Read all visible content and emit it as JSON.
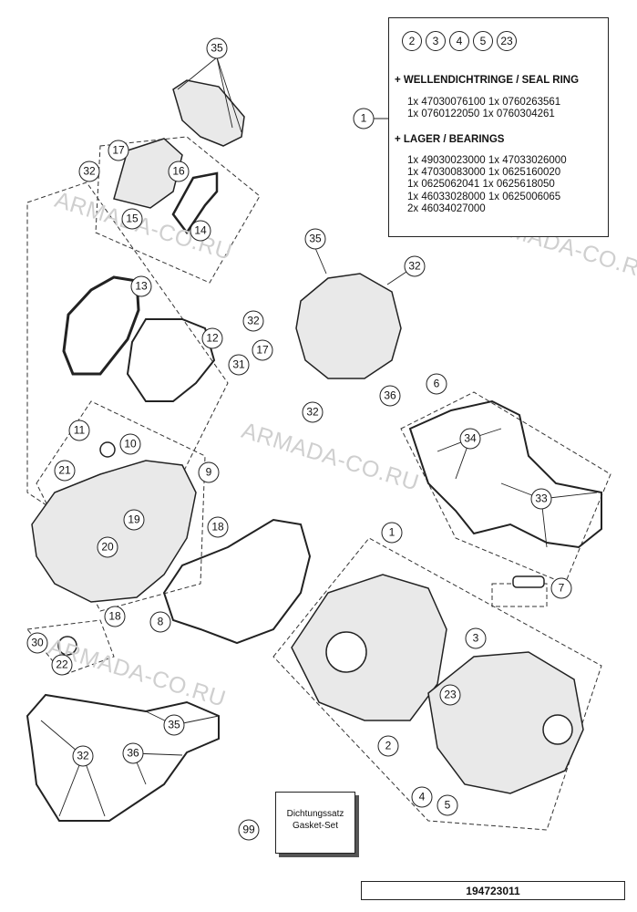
{
  "watermark": "ARMADA-CO.RU",
  "info_box": {
    "circles": [
      "2",
      "3",
      "4",
      "5",
      "23"
    ],
    "seal_heading": "+ WELLENDICHTRINGE / SEAL RING",
    "seal_lines": [
      "1x 47030076100  1x 0760263561",
      "1x 0760122050    1x 0760304261"
    ],
    "bearing_heading": "+ LAGER / BEARINGS",
    "bearing_lines": [
      "1x 49030023000  1x 47033026000",
      "1x 47030083000  1x 0625160020",
      "1x 0625062041    1x 0625618050",
      "1x 46033028000  1x 0625006065",
      "2x 46034027000"
    ]
  },
  "callouts": {
    "c1_info": "1",
    "c35_a": "35",
    "c17_a": "17",
    "c32_a": "32",
    "c16": "16",
    "c15": "15",
    "c14": "14",
    "c13": "13",
    "c12": "12",
    "c35_b": "35",
    "c32_b": "32",
    "c32_c": "32",
    "c17_b": "17",
    "c31": "31",
    "c32_d": "32",
    "c36_a": "36",
    "c6": "6",
    "c34": "34",
    "c33": "33",
    "c11": "11",
    "c10": "10",
    "c21": "21",
    "c9": "9",
    "c19": "19",
    "c20": "20",
    "c18_a": "18",
    "c18_b": "18",
    "c8": "8",
    "c1_case": "1",
    "c7": "7",
    "c3": "3",
    "c23": "23",
    "c2": "2",
    "c30": "30",
    "c22": "22",
    "c35_c": "35",
    "c32_e": "32",
    "c36_b": "36",
    "c4": "4",
    "c5": "5",
    "c99": "99"
  },
  "gasket_set": {
    "line1": "Dichtungssatz",
    "line2": "Gasket-Set"
  },
  "part_number": "194723011"
}
